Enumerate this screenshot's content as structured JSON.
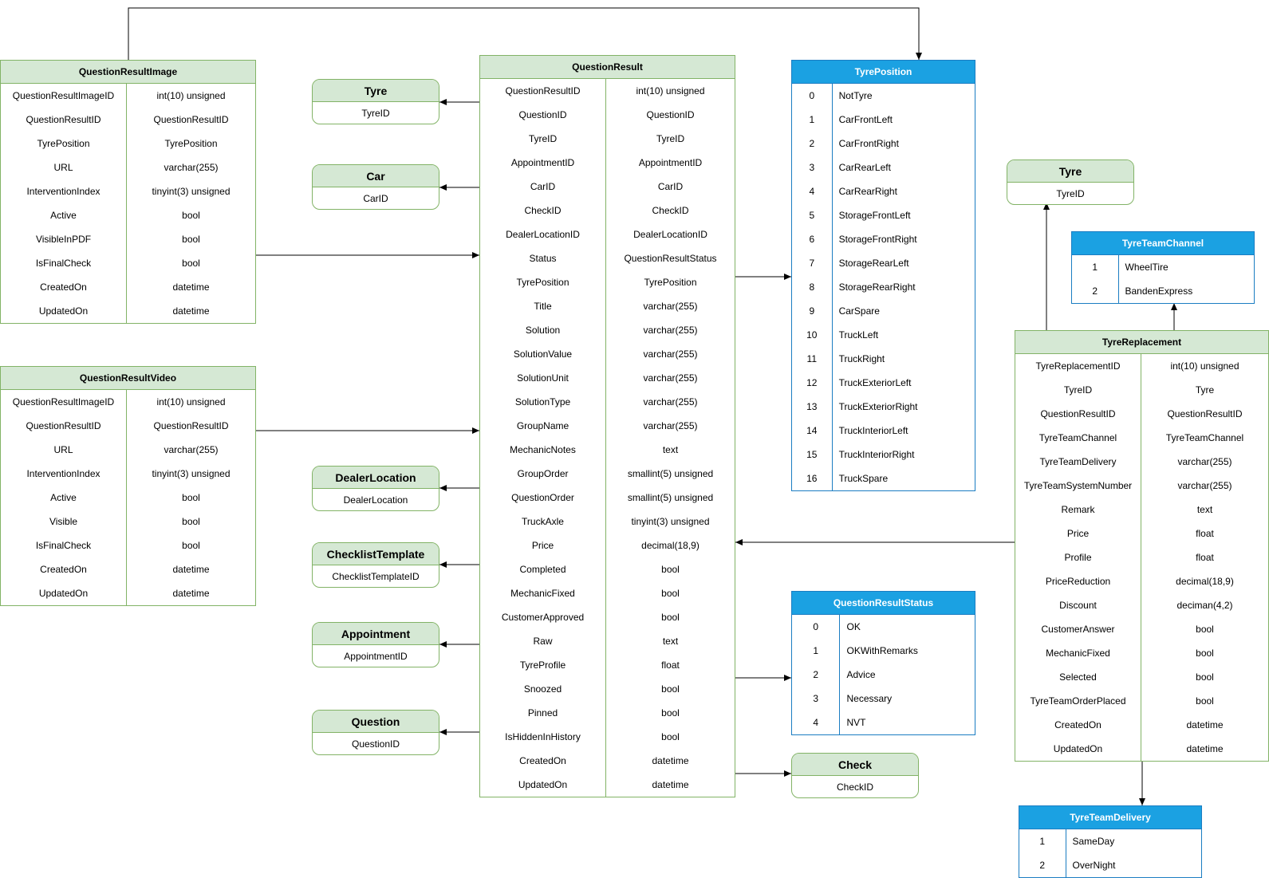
{
  "colors": {
    "green_fill": "#d5e8d4",
    "green_stroke": "#82b366",
    "blue_fill": "#1ba1e2",
    "blue_stroke": "#1b7dc2",
    "arrow": "#000000"
  },
  "question_result_image": {
    "title": "QuestionResultImage",
    "fields": [
      "QuestionResultImageID",
      "QuestionResultID",
      "TyrePosition",
      "URL",
      "InterventionIndex",
      "Active",
      "VisibleInPDF",
      "IsFinalCheck",
      "CreatedOn",
      "UpdatedOn"
    ],
    "types": [
      "int(10) unsigned",
      "QuestionResultID",
      "TyrePosition",
      "varchar(255)",
      "tinyint(3) unsigned",
      "bool",
      "bool",
      "bool",
      "datetime",
      "datetime"
    ]
  },
  "question_result_video": {
    "title": "QuestionResultVideo",
    "fields": [
      "QuestionResultImageID",
      "QuestionResultID",
      "URL",
      "InterventionIndex",
      "Active",
      "Visible",
      "IsFinalCheck",
      "CreatedOn",
      "UpdatedOn"
    ],
    "types": [
      "int(10) unsigned",
      "QuestionResultID",
      "varchar(255)",
      "tinyint(3) unsigned",
      "bool",
      "bool",
      "bool",
      "datetime",
      "datetime"
    ]
  },
  "question_result": {
    "title": "QuestionResult",
    "fields": [
      "QuestionResultID",
      "QuestionID",
      "TyreID",
      "AppointmentID",
      "CarID",
      "CheckID",
      "DealerLocationID",
      "Status",
      "TyrePosition",
      "Title",
      "Solution",
      "SolutionValue",
      "SolutionUnit",
      "SolutionType",
      "GroupName",
      "MechanicNotes",
      "GroupOrder",
      "QuestionOrder",
      "TruckAxle",
      "Price",
      "Completed",
      "MechanicFixed",
      "CustomerApproved",
      "Raw",
      "TyreProfile",
      "Snoozed",
      "Pinned",
      "IsHiddenInHistory",
      "CreatedOn",
      "UpdatedOn"
    ],
    "types": [
      "int(10) unsigned",
      "QuestionID",
      "TyreID",
      "AppointmentID",
      "CarID",
      "CheckID",
      "DealerLocationID",
      "QuestionResultStatus",
      "TyrePosition",
      "varchar(255)",
      "varchar(255)",
      "varchar(255)",
      "varchar(255)",
      "varchar(255)",
      "varchar(255)",
      "text",
      "smallint(5) unsigned",
      "smallint(5) unsigned",
      "tinyint(3) unsigned",
      "decimal(18,9)",
      "bool",
      "bool",
      "bool",
      "text",
      "float",
      "bool",
      "bool",
      "bool",
      "datetime",
      "datetime"
    ]
  },
  "tyre_position": {
    "title": "TyrePosition",
    "keys": [
      "0",
      "1",
      "2",
      "3",
      "4",
      "5",
      "6",
      "7",
      "8",
      "9",
      "10",
      "11",
      "12",
      "13",
      "14",
      "15",
      "16"
    ],
    "values": [
      "NotTyre",
      "CarFrontLeft",
      "CarFrontRight",
      "CarRearLeft",
      "CarRearRight",
      "StorageFrontLeft",
      "StorageFrontRight",
      "StorageRearLeft",
      "StorageRearRight",
      "CarSpare",
      "TruckLeft",
      "TruckRight",
      "TruckExteriorLeft",
      "TruckExteriorRight",
      "TruckInteriorLeft",
      "TruckInteriorRight",
      "TruckSpare"
    ]
  },
  "question_result_status": {
    "title": "QuestionResultStatus",
    "keys": [
      "0",
      "1",
      "2",
      "3",
      "4"
    ],
    "values": [
      "OK",
      "OKWithRemarks",
      "Advice",
      "Necessary",
      "NVT"
    ]
  },
  "tyre_team_channel": {
    "title": "TyreTeamChannel",
    "keys": [
      "1",
      "2"
    ],
    "values": [
      "WheelTire",
      "BandenExpress"
    ]
  },
  "tyre_team_delivery": {
    "title": "TyreTeamDelivery",
    "keys": [
      "1",
      "2"
    ],
    "values": [
      "SameDay",
      "OverNight"
    ]
  },
  "tyre_replacement": {
    "title": "TyreReplacement",
    "fields": [
      "TyreReplacementID",
      "TyreID",
      "QuestionResultID",
      "TyreTeamChannel",
      "TyreTeamDelivery",
      "TyreTeamSystemNumber",
      "Remark",
      "Price",
      "Profile",
      "PriceReduction",
      "Discount",
      "CustomerAnswer",
      "MechanicFixed",
      "Selected",
      "TyreTeamOrderPlaced",
      "CreatedOn",
      "UpdatedOn"
    ],
    "types": [
      "int(10) unsigned",
      "Tyre",
      "QuestionResultID",
      "TyreTeamChannel",
      "varchar(255)",
      "varchar(255)",
      "text",
      "float",
      "float",
      "decimal(18,9)",
      "deciman(4,2)",
      "bool",
      "bool",
      "bool",
      "bool",
      "datetime",
      "datetime"
    ]
  },
  "refs": {
    "tyre_left": {
      "title": "Tyre",
      "key": "TyreID"
    },
    "car": {
      "title": "Car",
      "key": "CarID"
    },
    "dealer_location": {
      "title": "DealerLocation",
      "key": "DealerLocation"
    },
    "checklist_template": {
      "title": "ChecklistTemplate",
      "key": "ChecklistTemplateID"
    },
    "appointment": {
      "title": "Appointment",
      "key": "AppointmentID"
    },
    "question": {
      "title": "Question",
      "key": "QuestionID"
    },
    "check": {
      "title": "Check",
      "key": "CheckID"
    },
    "tyre_right": {
      "title": "Tyre",
      "key": "TyreID"
    }
  }
}
